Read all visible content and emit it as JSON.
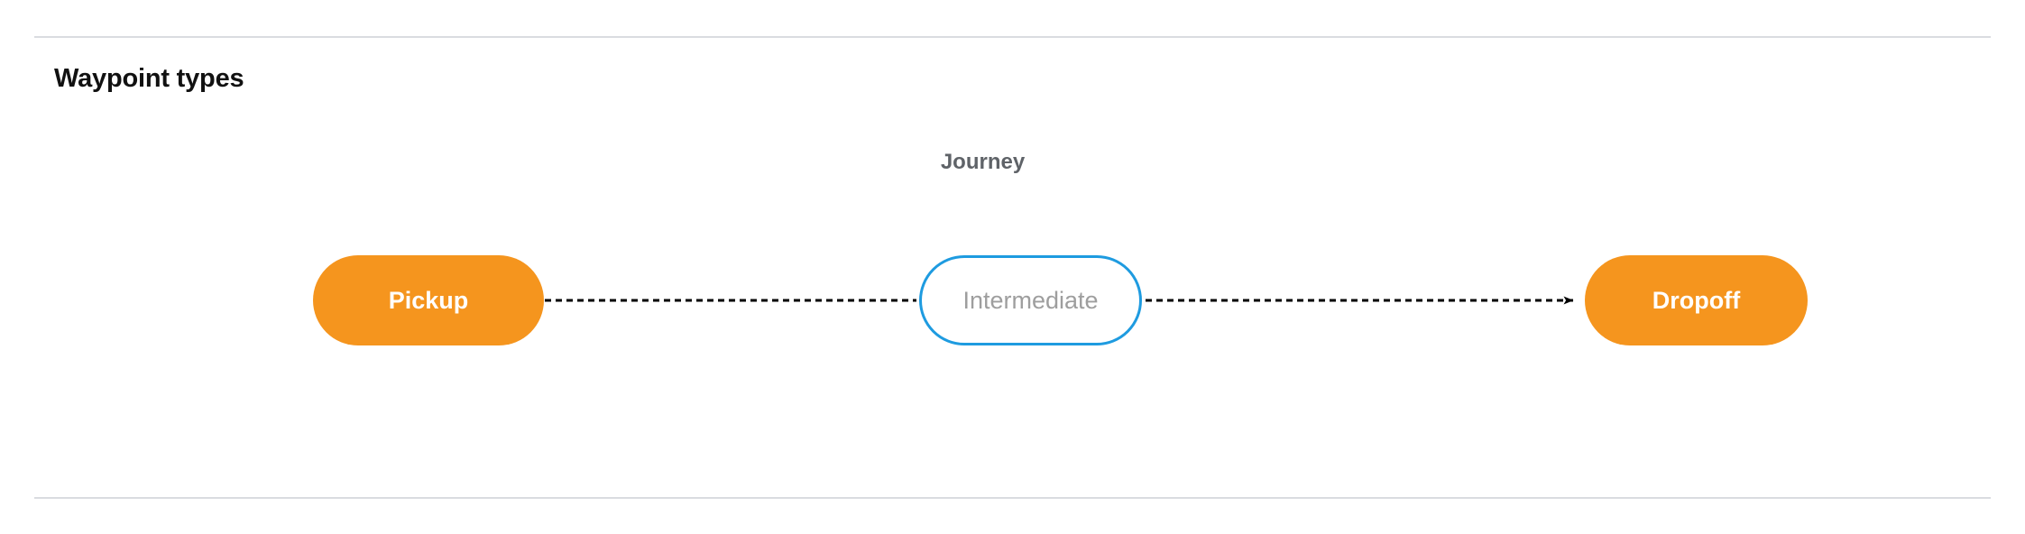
{
  "page": {
    "title": "Waypoint types",
    "background": "#ffffff"
  },
  "divider": {
    "color": "#dadce0"
  },
  "diagram": {
    "graph_label": "Journey",
    "graph_label_color": "#5f6368",
    "nodes": [
      {
        "id": "pickup",
        "label": "Pickup",
        "shape": "pill",
        "fill": "#f5951e",
        "text_color": "#ffffff",
        "border": "none"
      },
      {
        "id": "intermediate",
        "label": "Intermediate",
        "shape": "pill",
        "fill": "#ffffff",
        "text_color": "#9e9e9e",
        "border": "#1e9be0"
      },
      {
        "id": "dropoff",
        "label": "Dropoff",
        "shape": "pill",
        "fill": "#f5951e",
        "text_color": "#ffffff",
        "border": "none"
      }
    ],
    "edges": [
      {
        "id": "pickup-to-intermediate",
        "from": "pickup",
        "to": "intermediate",
        "style": "dashed",
        "color": "#000000",
        "arrowhead": false
      },
      {
        "id": "intermediate-to-dropoff",
        "from": "intermediate",
        "to": "dropoff",
        "style": "dashed",
        "color": "#000000",
        "arrowhead": true
      }
    ]
  }
}
